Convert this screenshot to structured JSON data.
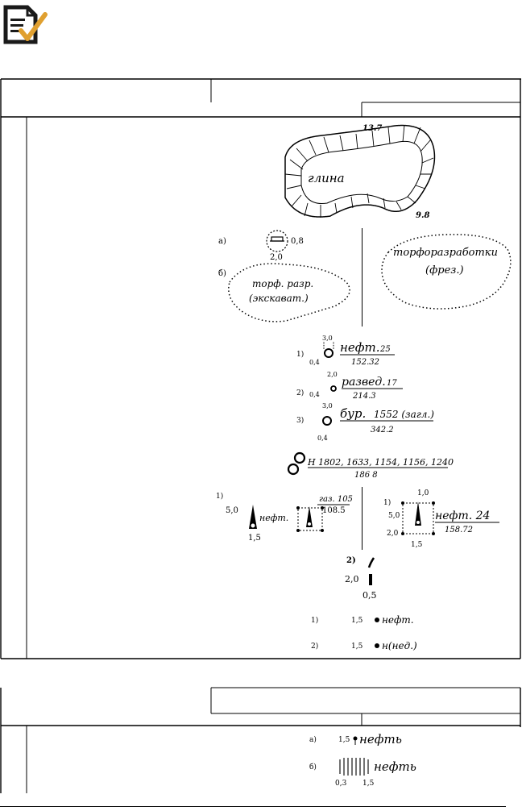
{
  "logo": {
    "name": "document-check-icon",
    "colors": {
      "frame": "#1a1a1a",
      "check": "#e0a030"
    }
  },
  "symbols": {
    "clay": {
      "label": "глина",
      "elev_top": "13.7",
      "elev_bottom": "9.8"
    },
    "peat": {
      "a_marker": "а)",
      "a_size": "0,8",
      "a_gap": "2,0",
      "b_marker": "б)",
      "b_line1": "торф. разр.",
      "b_line2": "(экскават.)",
      "c_line1": "торфоразработки",
      "c_line2": "(фрез.)"
    },
    "wells": [
      {
        "marker": "1)",
        "top": "3,0",
        "left": "0,4",
        "name": "нефт.",
        "num": "25",
        "value": "152.32"
      },
      {
        "marker": "2)",
        "top": "2,0",
        "left": "0,4",
        "name": "развед.",
        "num": "17",
        "value": "214.3"
      },
      {
        "marker": "3)",
        "top": "3,0",
        "left": "0,4",
        "name": "бур.",
        "num": "1552 (загл.)",
        "value": "342.2"
      }
    ],
    "group": {
      "name": "Н 1802, 1633, 1154, 1156, 1240",
      "value": "186 8"
    },
    "derrick": {
      "marker": "1)",
      "height": "5,0",
      "base": "1,5",
      "label": "нефт.",
      "gas_label": "газ. 105",
      "gas_value": "108.5",
      "r_marker": "1)",
      "r_top": "1,0",
      "r_height": "5,0",
      "r_width": "2,0",
      "r_base": "1,5",
      "r_label": "нефт. 24",
      "r_value": "158.72"
    },
    "small": {
      "marker": "2)",
      "height": "2,0",
      "base": "0,5"
    },
    "points": [
      {
        "marker": "1)",
        "gap": "1,5",
        "label": "нефт."
      },
      {
        "marker": "2)",
        "gap": "1,5",
        "label": "н(нед.)"
      }
    ],
    "bottom": {
      "a_marker": "а)",
      "a_gap": "1,5",
      "a_label": "нефть",
      "b_marker": "б)",
      "b_label": "нефть",
      "b_w": "0,3",
      "b_gap": "1,5"
    }
  }
}
